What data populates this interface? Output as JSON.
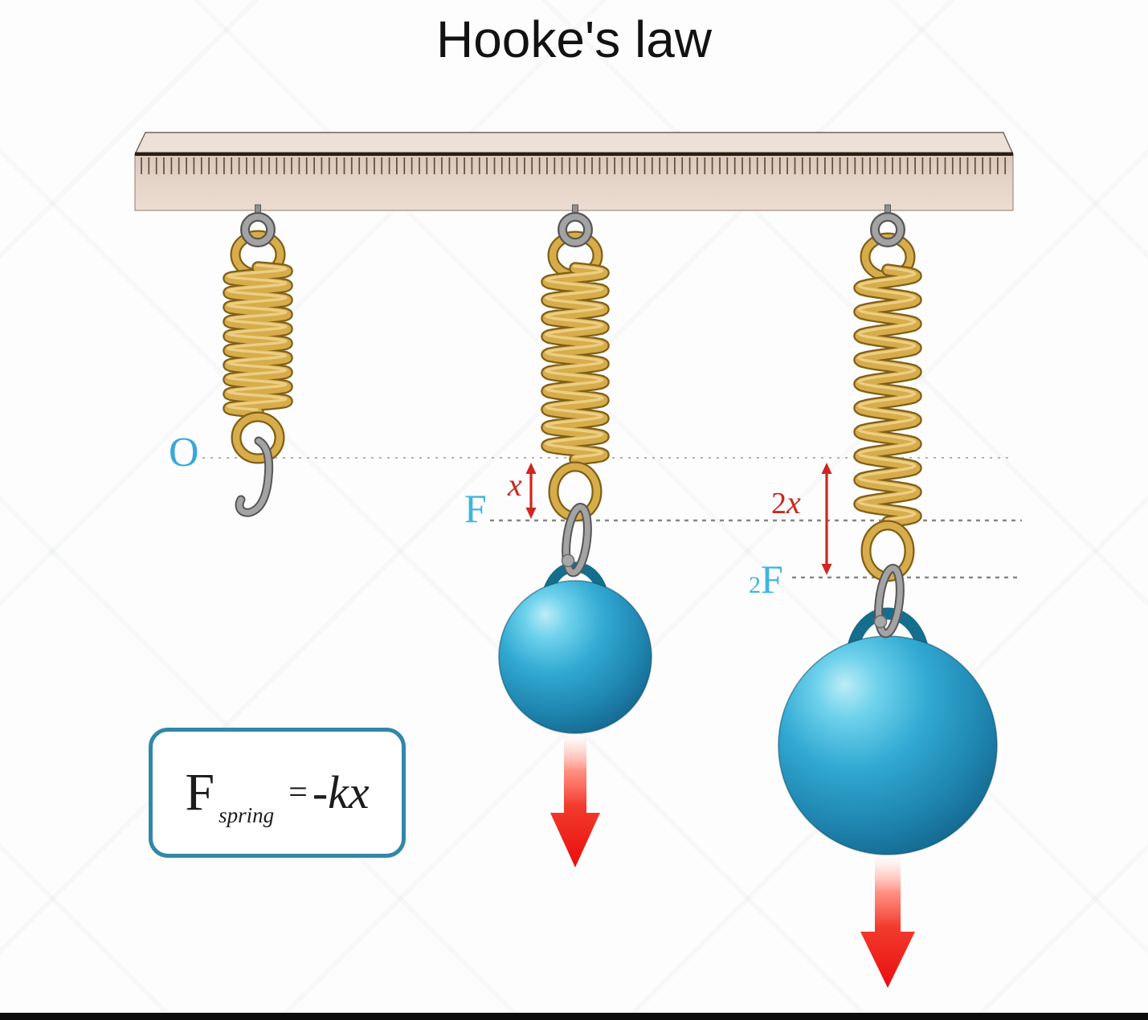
{
  "title": "Hooke's law",
  "labels": {
    "origin": "O",
    "x1": "x",
    "f1": "F",
    "x2": "2x",
    "f2": "2F"
  },
  "formula": {
    "lhs": "F",
    "sub": "spring",
    "eq": "=",
    "rhs": "-kx"
  },
  "scene": {
    "description": "Three golden coil springs hang from a tan wooden beam. Left spring is unstretched at level O. Middle spring is stretched by x by a small blue ball pulling with force F. Right spring is stretched by 2x by a large blue ball pulling with force 2F.",
    "springs": [
      {
        "id": "natural",
        "state": "unstretched",
        "level_label": "O",
        "weight": "none (free hook)"
      },
      {
        "id": "stretched-x",
        "state": "stretched by x",
        "displacement_label": "x",
        "force_label": "F",
        "weight": "small blue ball"
      },
      {
        "id": "stretched-2x",
        "state": "stretched by 2x",
        "displacement_label": "2x",
        "force_label": "2F",
        "weight": "large blue ball"
      }
    ]
  },
  "colors": {
    "label_blue": "#41b4e0",
    "label_red": "#c7281f",
    "spring_gold": "#d7ac4b",
    "spring_gold_dark": "#7f5f17",
    "ball_blue": "#2aa0cc",
    "ball_ring_teal": "#156e8c",
    "beam_tan": "#e2d0c4",
    "formula_border": "#3287a8",
    "force_arrow_red": "#ea0d0d",
    "bottom_bar": "#0c0c0c"
  }
}
